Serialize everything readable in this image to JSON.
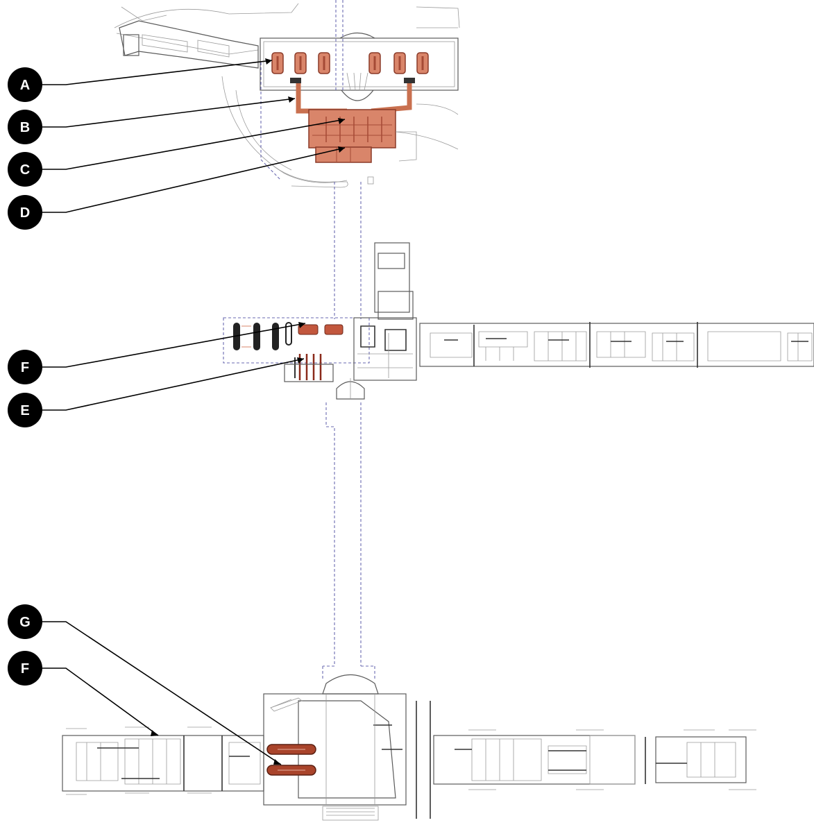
{
  "diagram": {
    "colors": {
      "background": "#ffffff",
      "highlight_fill": "#d9856a",
      "highlight_dark": "#a54a35",
      "highlight_stroke": "#8a3a28",
      "callout_fill": "#000000",
      "callout_text": "#ffffff",
      "wall": "#5a5a5a",
      "dashed_corridor": "#6a6ab0"
    },
    "callouts": [
      {
        "id": "a",
        "label": "A"
      },
      {
        "id": "b",
        "label": "B"
      },
      {
        "id": "c",
        "label": "C"
      },
      {
        "id": "d",
        "label": "D"
      },
      {
        "id": "f1",
        "label": "F"
      },
      {
        "id": "e",
        "label": "E"
      },
      {
        "id": "g",
        "label": "G"
      },
      {
        "id": "f2",
        "label": "F"
      }
    ]
  }
}
